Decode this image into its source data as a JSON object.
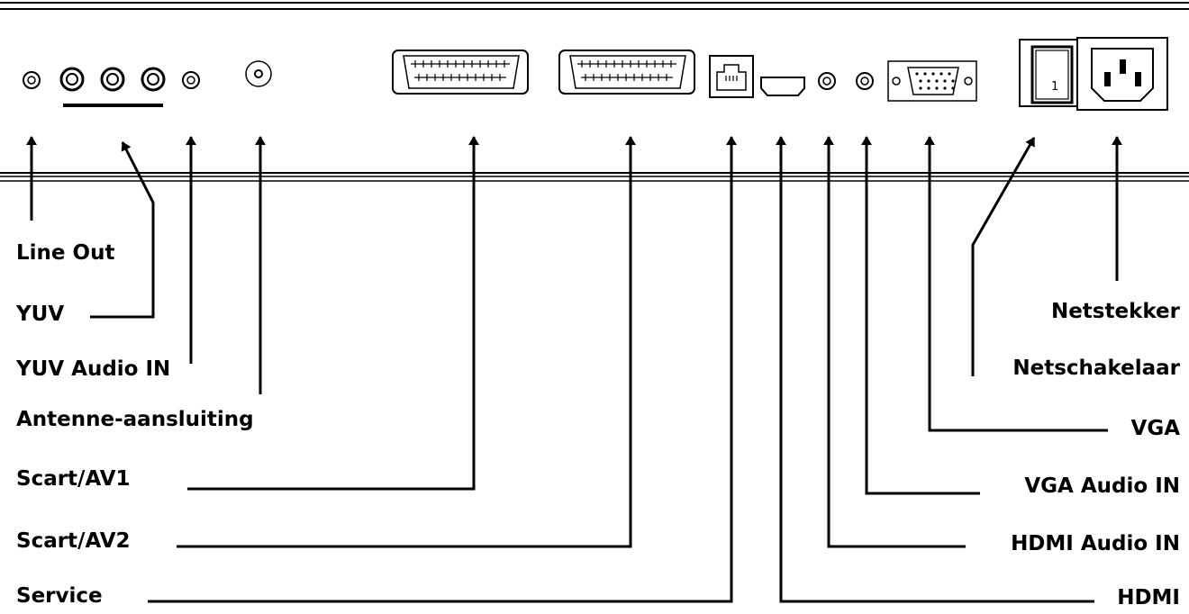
{
  "labels_left": [
    "Line Out",
    "YUV",
    "YUV Audio IN",
    "Antenne-aansluiting",
    "Scart/AV1",
    "Scart/AV2",
    "Service"
  ],
  "labels_right": [
    "Netstekker",
    "Netschakelaar",
    "VGA",
    "VGA Audio IN",
    "HDMI Audio IN",
    "HDMI"
  ],
  "power_switch_mark": "1"
}
